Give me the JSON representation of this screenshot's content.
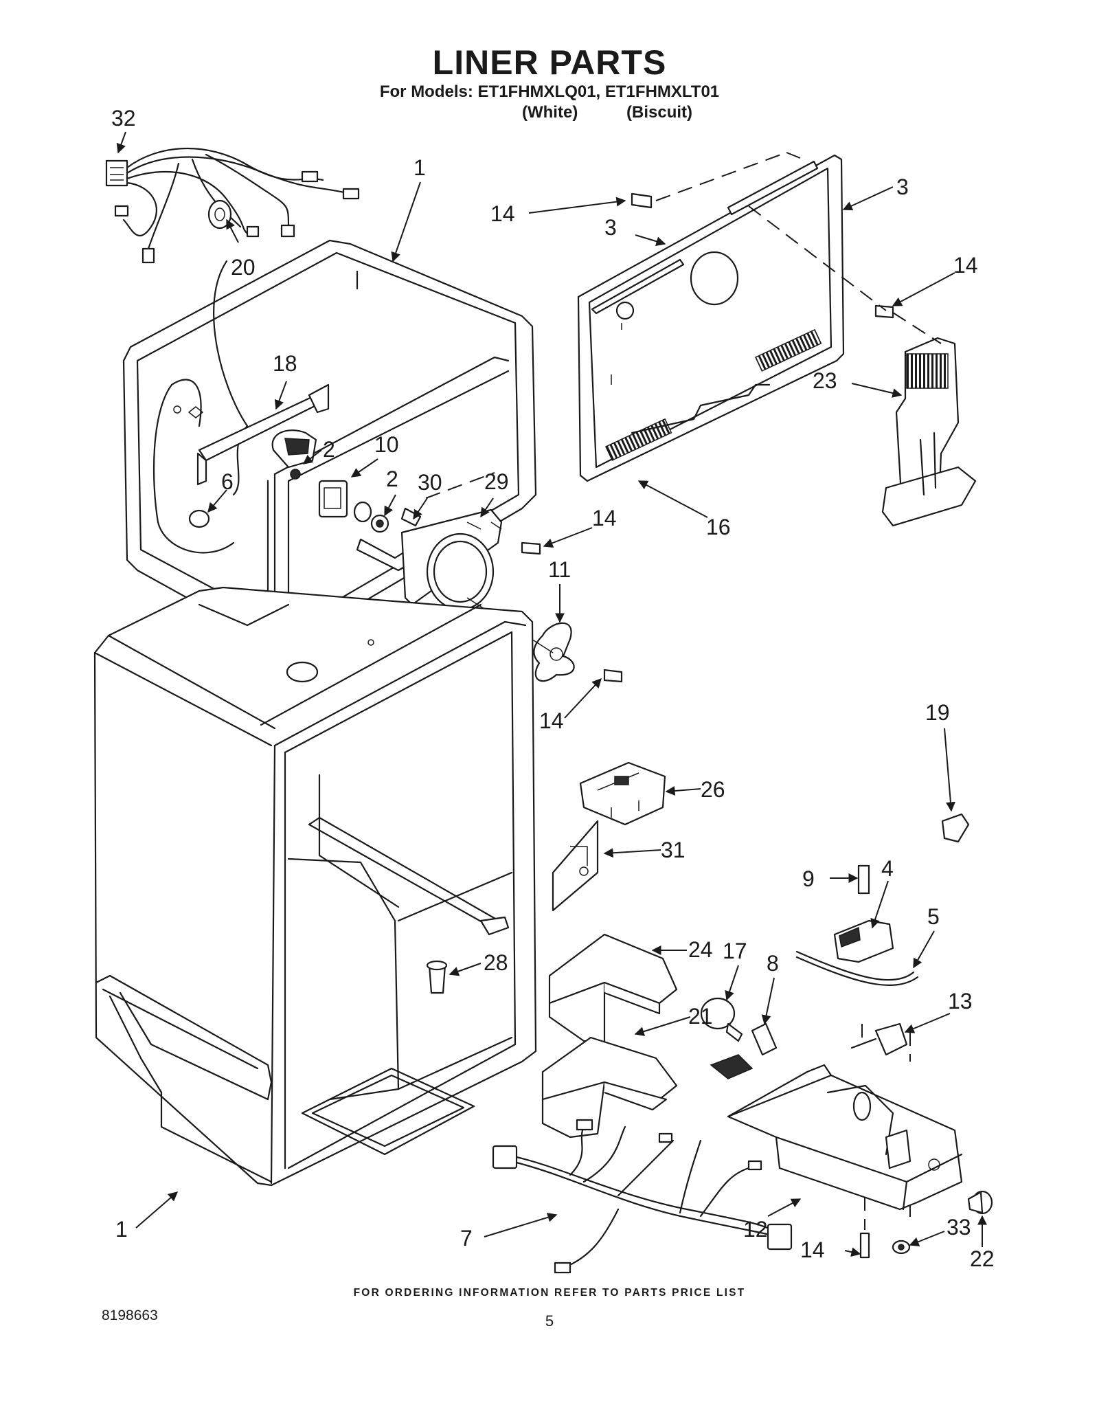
{
  "header": {
    "title": "LINER PARTS",
    "models_line": "For Models: ET1FHMXLQ01, ET1FHMXLT01",
    "color_white": "(White)",
    "color_biscuit": "(Biscuit)"
  },
  "callouts": [
    "32",
    "1",
    "20",
    "14",
    "3",
    "3",
    "14",
    "18",
    "2",
    "10",
    "6",
    "2",
    "30",
    "29",
    "14",
    "23",
    "16",
    "11",
    "14",
    "19",
    "26",
    "31",
    "9",
    "4",
    "5",
    "24",
    "17",
    "8",
    "28",
    "13",
    "21",
    "1",
    "7",
    "12",
    "14",
    "33",
    "22"
  ],
  "footer": {
    "ordering_note": "FOR ORDERING INFORMATION REFER TO PARTS PRICE LIST",
    "doc_number": "8198663",
    "page_number": "5"
  }
}
